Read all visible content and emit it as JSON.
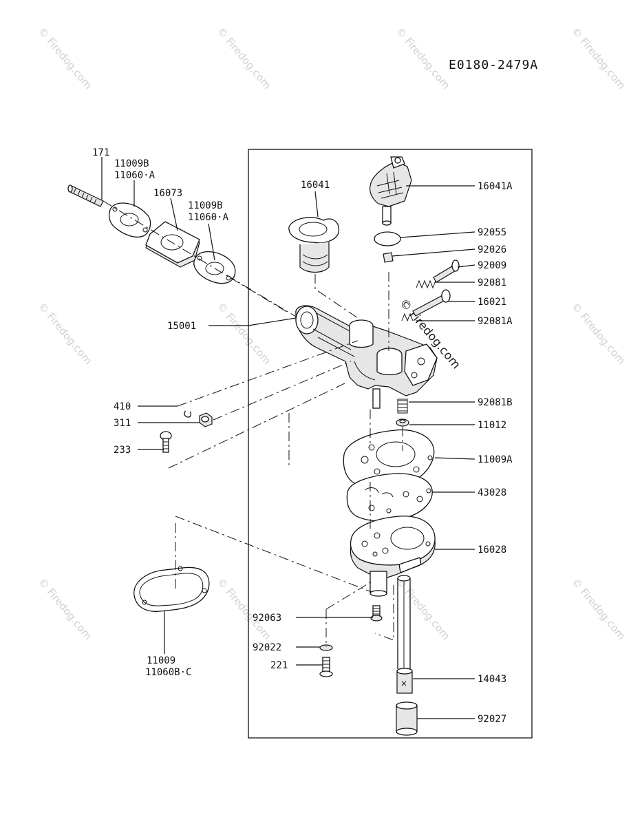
{
  "diagram_code": "E0180-2479A",
  "watermark": "© Firedog.com",
  "labels": {
    "p171": "171",
    "p11009B_a": "11009B",
    "p11060A_a": "11060·A",
    "p16073": "16073",
    "p11009B_b": "11009B",
    "p11060A_b": "11060·A",
    "p16041": "16041",
    "p16041A": "16041A",
    "p92055": "92055",
    "p92026": "92026",
    "p92009": "92009",
    "p92081": "92081",
    "p16021": "16021",
    "p92081A": "92081A",
    "p15001": "15001",
    "p410": "410",
    "p311": "311",
    "p233": "233",
    "p92081B": "92081B",
    "p11012": "11012",
    "p11009A": "11009A",
    "p43028": "43028",
    "p16028": "16028",
    "p92063": "92063",
    "p92022": "92022",
    "p221": "221",
    "p11009": "11009",
    "p11060BC": "11060B·C",
    "p14043": "14043",
    "p92027": "92027"
  }
}
